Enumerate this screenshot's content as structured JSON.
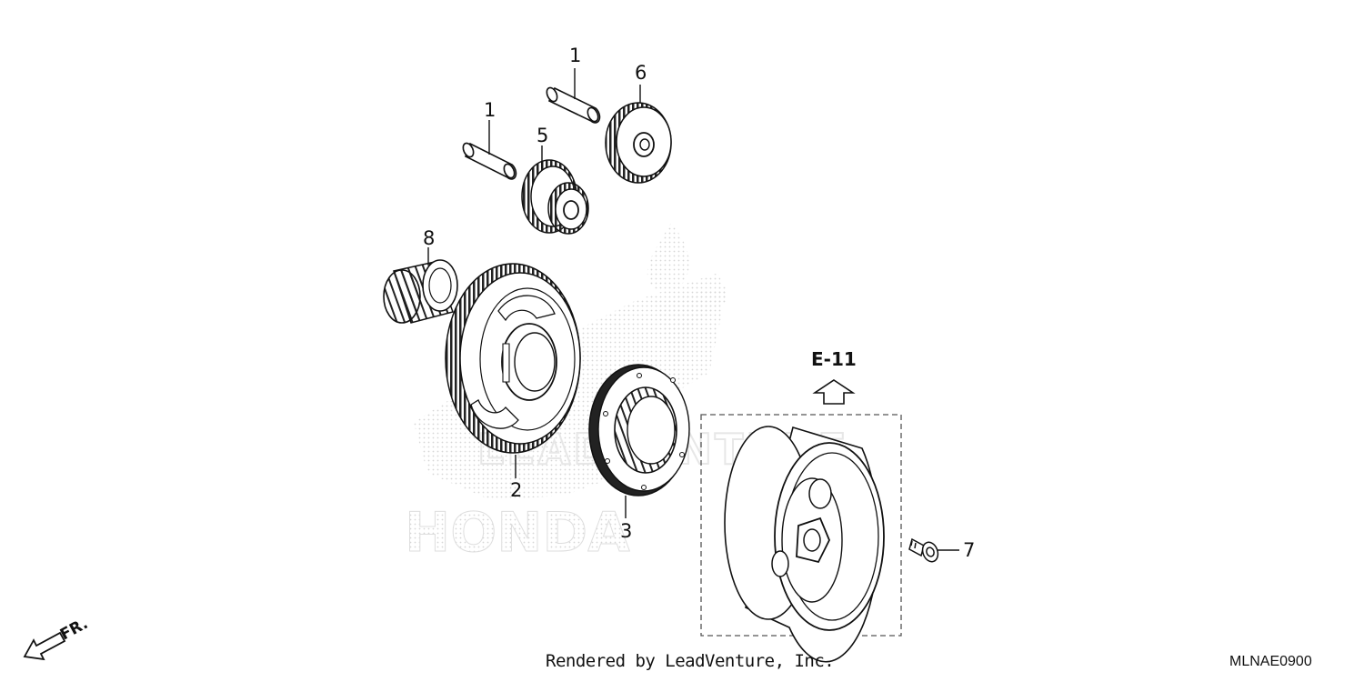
{
  "diagram": {
    "callouts": {
      "pin_top": "1",
      "pin_left": "1",
      "starter_driven_gear": "2",
      "one_way_clutch": "3",
      "reduction_gear": "5",
      "idle_gear": "6",
      "bolt": "7",
      "needle_bearing": "8"
    },
    "reference": "E-11",
    "direction": "FR."
  },
  "footer": {
    "credit": "Rendered by LeadVenture, Inc.",
    "code": "MLNAE0900"
  },
  "watermark": {
    "brand": "HONDA",
    "vendor": "LEADVENTURE"
  },
  "colors": {
    "line": "#111111",
    "watermark": "#d6d6d6"
  }
}
